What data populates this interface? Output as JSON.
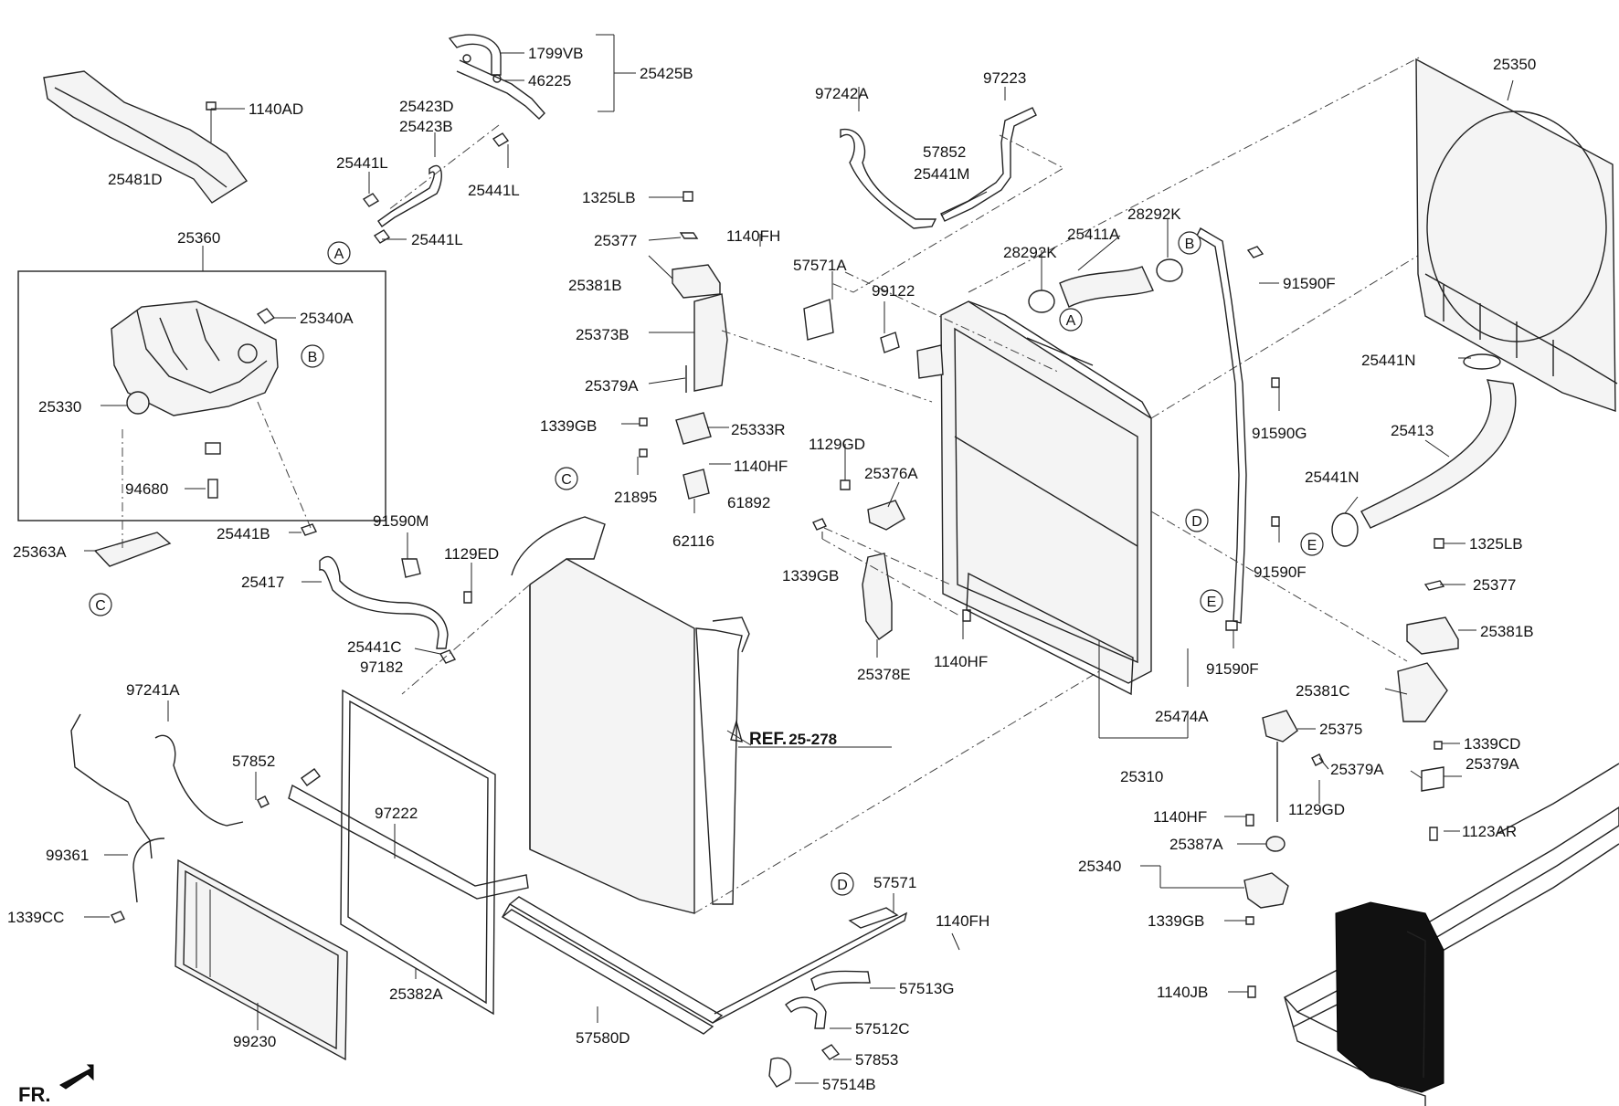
{
  "labels": {
    "p1799VB": "1799VB",
    "p46225": "46225",
    "p25425B": "25425B",
    "p1140AD": "1140AD",
    "p25481D": "25481D",
    "p25423D": "25423D",
    "p25423B": "25423B",
    "p25441L_a": "25441L",
    "p25441L_b": "25441L",
    "p25441L_c": "25441L",
    "p25360": "25360",
    "p25340A": "25340A",
    "p25330": "25330",
    "p94680": "94680",
    "p25363A": "25363A",
    "p25441B": "25441B",
    "p91590M": "91590M",
    "p1129ED": "1129ED",
    "p25417": "25417",
    "p25441C": "25441C",
    "p97182": "97182",
    "p97241A": "97241A",
    "p57852_a": "57852",
    "p99361": "99361",
    "p1339CC": "1339CC",
    "p99230": "99230",
    "p97222": "97222",
    "p25382A": "25382A",
    "p57580D": "57580D",
    "p1325LB_a": "1325LB",
    "p25377_a": "25377",
    "p25381B_a": "25381B",
    "p25373B": "25373B",
    "p25379A_a": "25379A",
    "p1339GB_a": "1339GB",
    "p25333R": "25333R",
    "p1140HF_a": "1140HF",
    "p21895": "21895",
    "p61892": "61892",
    "p62116": "62116",
    "p1140FH_a": "1140FH",
    "p57571A": "57571A",
    "p97242A": "97242A",
    "p97223": "97223",
    "p57852_b": "57852",
    "p25441M": "25441M",
    "p99122": "99122",
    "p1129GD_a": "1129GD",
    "p25376A": "25376A",
    "p1339GB_b": "1339GB",
    "p25378E": "25378E",
    "p1140HF_b": "1140HF",
    "p28292K_a": "28292K",
    "p28292K_b": "28292K",
    "p25411A": "25411A",
    "p91590F_a": "91590F",
    "p91590G": "91590G",
    "p91590F_b": "91590F",
    "p91590F_c": "91590F",
    "p25474A": "25474A",
    "p25310": "25310",
    "p25350": "25350",
    "p25441N_a": "25441N",
    "p25413": "25413",
    "p25441N_b": "25441N",
    "p1325LB_b": "1325LB",
    "p25377_b": "25377",
    "p25381B_b": "25381B",
    "p25381C": "25381C",
    "p25375": "25375",
    "p1339CD": "1339CD",
    "p25379A_b": "25379A",
    "p25379A_c": "25379A",
    "p1129GD_b": "1129GD",
    "p1123AR": "1123AR",
    "p1140HF_c": "1140HF",
    "p25387A": "25387A",
    "p25340": "25340",
    "p1339GB_c": "1339GB",
    "p1140JB": "1140JB",
    "p57571": "57571",
    "p1140FH_b": "1140FH",
    "p57513G": "57513G",
    "p57512C": "57512C",
    "p57853": "57853",
    "p57514B": "57514B",
    "ref_prefix": "REF.",
    "ref_num": "25-278",
    "fr": "FR."
  },
  "callouts": {
    "A": "A",
    "B": "B",
    "C": "C",
    "D": "D",
    "E": "E"
  }
}
